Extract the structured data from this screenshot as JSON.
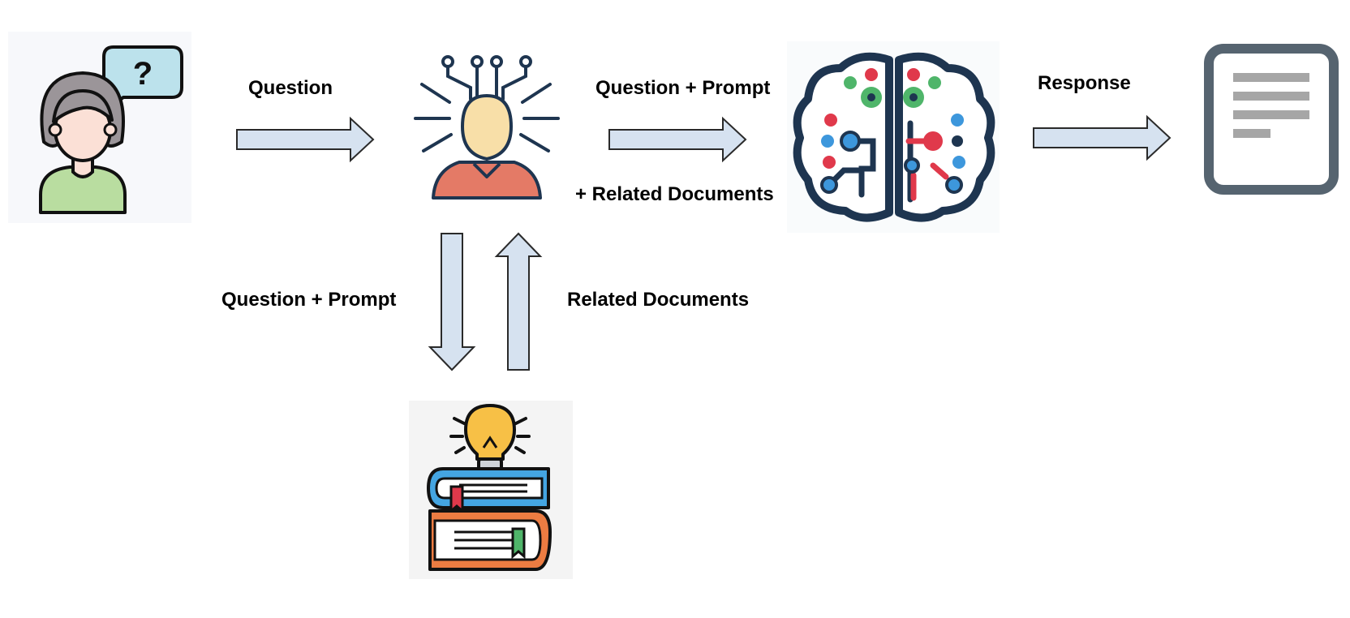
{
  "labels": {
    "question": "Question",
    "question_prompt_top": "Question + Prompt",
    "related_documents_plus": "+ Related Documents",
    "response": "Response",
    "question_prompt_left": "Question + Prompt",
    "related_documents_right": "Related Documents"
  },
  "nodes": {
    "user": {
      "icon": "user-question-icon"
    },
    "agent": {
      "icon": "retriever-person-icon"
    },
    "llm": {
      "icon": "brain-circuit-icon"
    },
    "output": {
      "icon": "document-icon"
    },
    "knowledge": {
      "icon": "books-lightbulb-icon"
    }
  },
  "colors": {
    "arrow_fill": "#d6e2f0",
    "arrow_stroke": "#2a2a2a",
    "navy": "#1e3550",
    "red": "#e0394b",
    "green": "#4fb56a",
    "blue": "#3d97dc",
    "skin": "#f8dfa8",
    "shirt": "#e47a66",
    "hair": "#9b9599",
    "user_shirt": "#b9dda0",
    "bubble": "#bce2ec",
    "doc_frame": "#566470",
    "doc_lines": "#a6a6a6",
    "bulb": "#f7c046",
    "book_blue": "#44a5e2",
    "book_orange": "#ec7c42"
  }
}
